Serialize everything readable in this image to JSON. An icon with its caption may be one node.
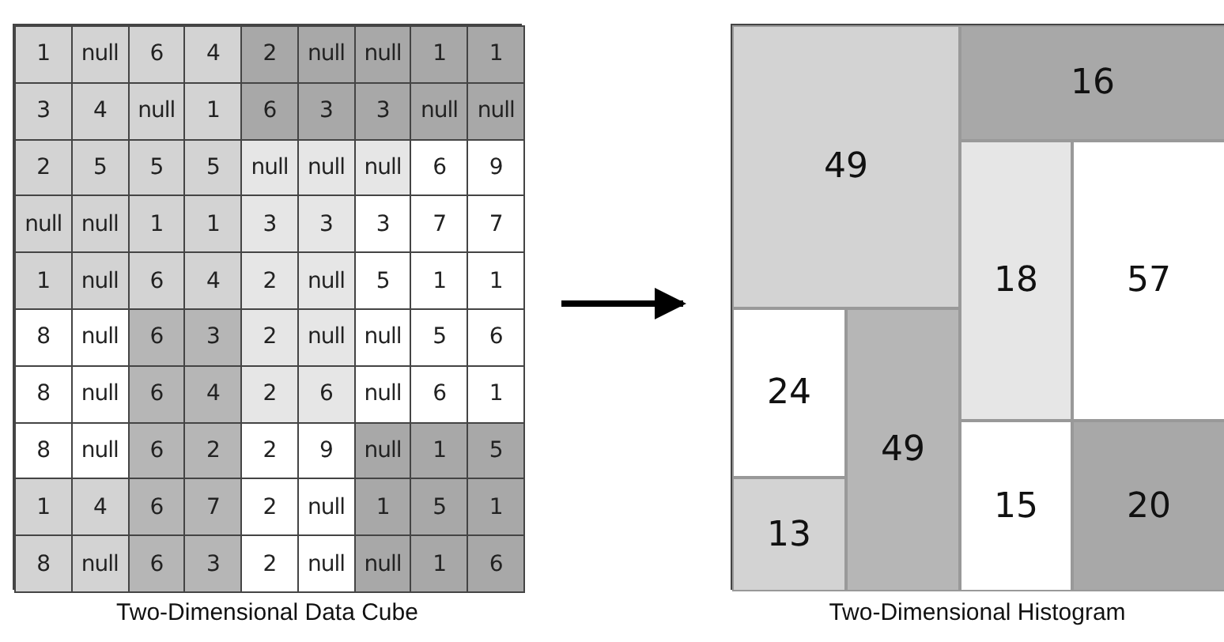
{
  "diagram": {
    "nodes": [
      {
        "text": [],
        "shape": "box",
        "beside": [
          "Two-Dimensional Data Cube"
        ]
      },
      {
        "text": [],
        "shape": "box",
        "beside": [
          "Two-Dimensional Histogram"
        ]
      },
      {
        "text": [
          "49"
        ],
        "in": 1
      },
      {
        "text": [
          "16"
        ],
        "in": 1
      },
      {
        "text": [
          "18"
        ],
        "in": 1
      },
      {
        "text": [
          "57"
        ],
        "in": 1
      },
      {
        "text": [
          "24"
        ],
        "in": 1
      },
      {
        "text": [
          "49"
        ],
        "in": 1
      },
      {
        "text": [
          "13"
        ],
        "in": 1
      },
      {
        "text": [
          "15"
        ],
        "in": 1
      },
      {
        "text": [
          "20"
        ],
        "in": 1
      }
    ],
    "edges": [
      {
        "from": 0,
        "to": 1,
        "arrow": "to"
      }
    ],
    "labels": [
      "1",
      "null",
      "6",
      "4",
      "2",
      "null",
      "null",
      "1",
      "1",
      "3",
      "4",
      "null",
      "1",
      "6",
      "3",
      "3",
      "null",
      "null",
      "2",
      "5",
      "5",
      "5",
      "null",
      "null",
      "null",
      "6",
      "9",
      "null",
      "null",
      "1",
      "1",
      "3",
      "3",
      "3",
      "7",
      "7",
      "1",
      "null",
      "6",
      "4",
      "2",
      "null",
      "5",
      "1",
      "1",
      "8",
      "null",
      "6",
      "3",
      "2",
      "null",
      "null",
      "5",
      "6",
      "8",
      "null",
      "6",
      "4",
      "2",
      "6",
      "null",
      "6",
      "1",
      "8",
      "null",
      "6",
      "2",
      "2",
      "9",
      "null",
      "1",
      "5",
      "1",
      "4",
      "6",
      "7",
      "2",
      "null",
      "1",
      "5",
      "1",
      "8",
      "null",
      "6",
      "3",
      "2",
      "null",
      "null",
      "1",
      "6"
    ]
  }
}
